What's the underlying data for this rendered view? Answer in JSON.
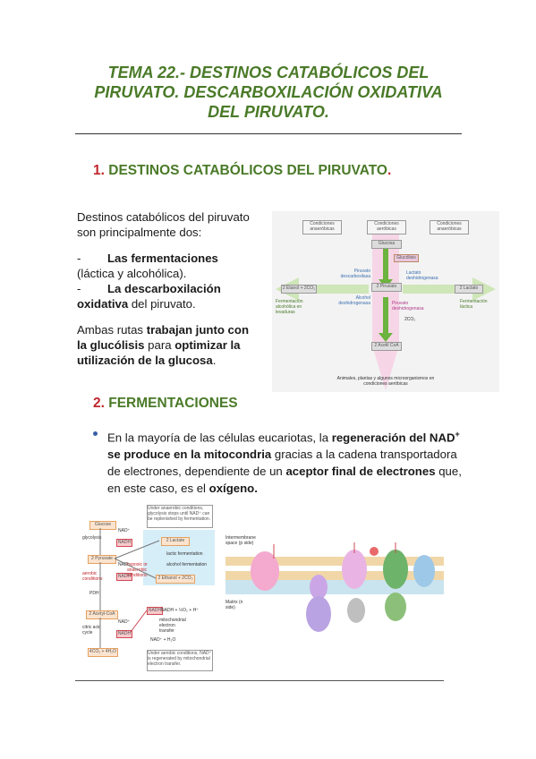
{
  "title": {
    "line1": "TEMA 22.- DESTINOS CATABÓLICOS DEL",
    "line2": "PIRUVATO. DESCARBOXILACIÓN OXIDATIVA",
    "line3": "DEL PIRUVATO."
  },
  "section1": {
    "number": "1.",
    "heading": "DESTINOS CATABÓLICOS DEL PIRUVATO",
    "period": ".",
    "intro_line1": "Destinos catabólicos del piruvato",
    "intro_line2": "son principalmente dos:",
    "item1_bold": "Las fermentaciones",
    "item1_rest": "(láctica y alcohólica).",
    "item2_bold_a": "La descarboxilación",
    "item2_bold_b": "oxidativa",
    "item2_rest": " del piruvato.",
    "para_a": "Ambas rutas ",
    "para_b": "trabajan junto con",
    "para_c": "la glucólisis",
    "para_d": " para ",
    "para_e": "optimizar la",
    "para_f": "utilización de la glucosa",
    "para_g": "."
  },
  "figure1": {
    "cond_anaerobic": "Condiciones anaeróbicas",
    "cond_aerobic": "Condiciones aeróbicas",
    "cond_anaerobic2": "Condiciones anaeróbicas",
    "glucose": "Glucosa",
    "glycolysis": "Glucólisis",
    "ethanol": "2 Etanol + 2CO₂",
    "pyruvate": "2 Piruvato",
    "lactate": "2 Lactato",
    "pdc": "Piruvato descarboxilasa",
    "adh": "Alcohol deshidrogenasa",
    "ldh": "Lactato deshidrogenasa",
    "pdh": "Piruvato deshidrogenasa",
    "co2": "2CO₂",
    "acetylcoa": "2 Acetil CoA",
    "alc_ferm": "Fermentación alcohólica en levaduras",
    "lac_ferm": "Fermentación láctica",
    "bottom_caption": "Animales, plantas y algunos microorganismos en condiciones aeróbicas"
  },
  "section2": {
    "number": "2.",
    "heading": "FERMENTACIONES",
    "b_a": "En la mayoría de las células eucariotas, la ",
    "b_b": "regeneración del",
    "b_c": "NAD",
    "b_sup": "+",
    "b_d": " se produce en la mitocondria",
    "b_e": " gracias a la cadena transportadora de electrones, dependiente de un ",
    "b_f": "aceptor final de electrones",
    "b_g": " que, en este caso, es el ",
    "b_h": "oxígeno."
  },
  "figure2": {
    "note_top": "Under anaerobic conditions, glycolysis stops until NAD⁺ can be replenished by fermentation.",
    "glucose": "Glucose",
    "glycolysis": "glycolysis",
    "pyruvate": "2 Pyruvate",
    "aerobic": "aerobic conditions",
    "pdh": "PDH",
    "acetylcoa": "2 Acetyl-CoA",
    "cac": "citric acid cycle",
    "co2": "4CO₂ + 4H₂O",
    "nad": "NAD⁺",
    "nadh": "NADH",
    "lactate": "2 Lactate",
    "lactic": "lactic fermentation",
    "alcoholic": "alcohol fermentation",
    "ethanol": "2 Ethanol + 2CO₂",
    "hypoxic": "hypoxic or anaerobic conditions",
    "mito": "mitochondrial electron transfer",
    "o2": "NADH + ½O₂ + H⁺",
    "h2o": "NAD⁺ + H₂O",
    "note_bottom": "Under aerobic conditions, NAD⁺ is regenerated by mitochondrial electron transfer.",
    "mem_space": "Intermembrane space (p side)",
    "matrix": "Matrix (n side)"
  }
}
